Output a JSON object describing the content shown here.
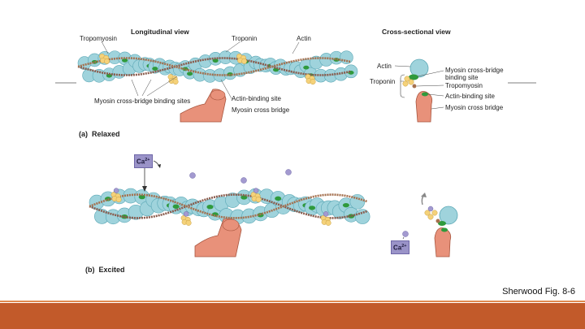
{
  "relaxed": {
    "longitudinal_title": "Longitudinal view",
    "cross_section_title": "Cross-sectional view",
    "labels": {
      "tropomyosin": "Tropomyosin",
      "troponin": "Troponin",
      "actin": "Actin",
      "myosin_binding_sites": "Myosin cross-bridge binding sites",
      "actin_binding_site": "Actin-binding site",
      "myosin_cross_bridge": "Myosin cross bridge"
    },
    "cross_labels": {
      "actin": "Actin",
      "troponin": "Troponin",
      "myosin_binding_site_1": "Myosin cross-bridge",
      "myosin_binding_site_2": "binding site",
      "tropomyosin": "Tropomyosin",
      "actin_binding_site": "Actin-binding site",
      "myosin_cross_bridge": "Myosin cross bridge"
    },
    "caption_letter": "(a)",
    "caption_text": "Relaxed"
  },
  "excited": {
    "calcium_label": "Ca",
    "calcium_charge": "2+",
    "caption_letter": "(b)",
    "caption_text": "Excited"
  },
  "citation": "Sherwood Fig. 8-6",
  "colors": {
    "actin": "#9fd3dc",
    "binding_site": "#2f9a3c",
    "troponin": "#f5d27a",
    "myosin": "#e8917a",
    "calcium": "#a39ad0",
    "bar": "#c25a2a"
  }
}
